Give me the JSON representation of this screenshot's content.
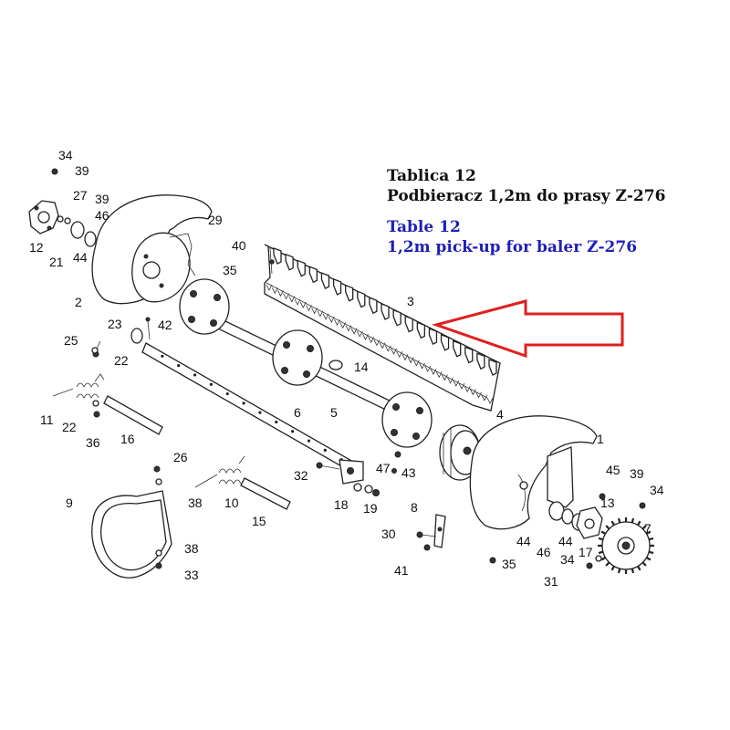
{
  "titles": {
    "polish_line1": "Tablica 12",
    "polish_line2": "Podbieracz 1,2m do prasy Z-276",
    "english_line1": "Table 12",
    "english_line2": "1,2m pick-up for baler Z-276"
  },
  "colors": {
    "english_title": "#1f1fb8",
    "arrow": "#e02020",
    "text": "#111111"
  },
  "part_numbers": [
    "34",
    "39",
    "27",
    "39",
    "46",
    "12",
    "21",
    "44",
    "29",
    "2",
    "40",
    "35",
    "3",
    "23",
    "42",
    "25",
    "22",
    "14",
    "11",
    "22",
    "36",
    "16",
    "6",
    "5",
    "4",
    "1",
    "26",
    "9",
    "38",
    "10",
    "15",
    "32",
    "47",
    "43",
    "18",
    "19",
    "8",
    "30",
    "41",
    "38",
    "33",
    "45",
    "39",
    "34",
    "13",
    "44",
    "46",
    "44",
    "17",
    "7",
    "34",
    "35",
    "31"
  ]
}
